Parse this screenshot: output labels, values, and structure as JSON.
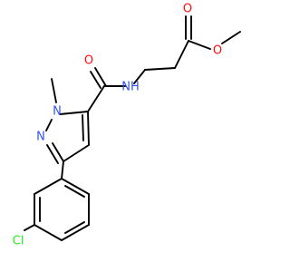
{
  "molecule": {
    "atom_labels": {
      "carbonyl_o_ester": "O",
      "ester_o": "O",
      "amide_o": "O",
      "amide_nh": "NH",
      "pyrazole_n1": "N",
      "pyrazole_n2": "N",
      "chlorine": "Cl"
    },
    "element_colors": {
      "O": "#ff0d0d",
      "N": "#3050f8",
      "Cl": "#1ff01f",
      "C": "#000000"
    }
  }
}
